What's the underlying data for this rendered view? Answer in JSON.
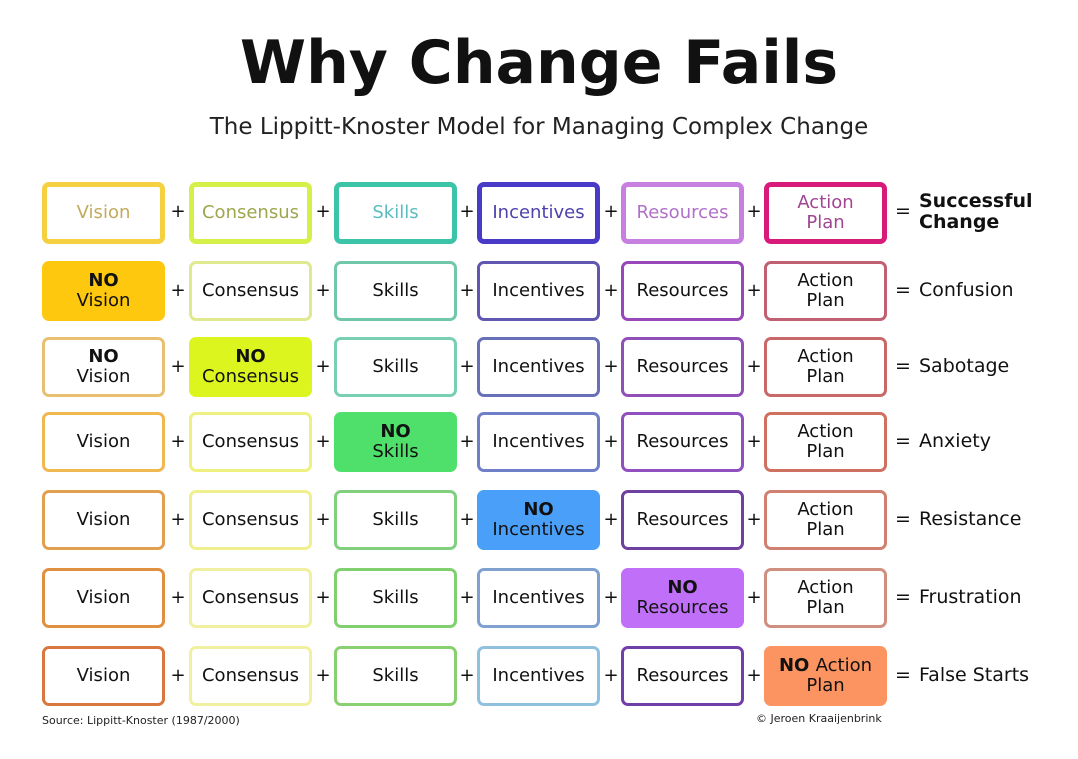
{
  "title": "Why Change Fails",
  "subtitle": "The Lippitt-Knoster Model for Managing Complex Change",
  "plus_symbol": "+",
  "equals_symbol": "=",
  "source": "Source: Lippitt-Knoster (1987/2000)",
  "copyright": "© Jeroen Kraaijenbrink",
  "rows": [
    {
      "header": true,
      "result": "Successful\nChange",
      "result_bold": true,
      "cells": [
        {
          "label": "Vision",
          "border": "#f5d142",
          "text": "#c2ab5c"
        },
        {
          "label": "Consensus",
          "border": "#d6f04a",
          "text": "#9ea64e"
        },
        {
          "label": "Skills",
          "border": "#3cc4a8",
          "text": "#5bbcc0"
        },
        {
          "label": "Incentives",
          "border": "#4a3ac8",
          "text": "#4d41ad"
        },
        {
          "label": "Resources",
          "border": "#c880e0",
          "text": "#b070c8"
        },
        {
          "label": "Action\nPlan",
          "border": "#d81b7a",
          "text": "#a04592"
        }
      ]
    },
    {
      "result": "Confusion",
      "cells": [
        {
          "label": "Vision",
          "no": "NO",
          "fill": "#fdc80e"
        },
        {
          "label": "Consensus",
          "border": "#e0e890"
        },
        {
          "label": "Skills",
          "border": "#70c8a8"
        },
        {
          "label": "Incentives",
          "border": "#6058b0"
        },
        {
          "label": "Resources",
          "border": "#9848b8"
        },
        {
          "label": "Action\nPlan",
          "border": "#c06070"
        }
      ]
    },
    {
      "result": "Sabotage",
      "cells": [
        {
          "label": "Vision",
          "no": "NO",
          "border": "#e8c070"
        },
        {
          "label": "Consensus",
          "no": "NO",
          "fill": "#ddf51f"
        },
        {
          "label": "Skills",
          "border": "#78d0b0"
        },
        {
          "label": "Incentives",
          "border": "#6870b8"
        },
        {
          "label": "Resources",
          "border": "#9050b8"
        },
        {
          "label": "Action\nPlan",
          "border": "#c86868"
        }
      ]
    },
    {
      "result": "Anxiety",
      "cells": [
        {
          "label": "Vision",
          "border": "#f0b850"
        },
        {
          "label": "Consensus",
          "border": "#eef080"
        },
        {
          "label": "Skills",
          "no": "NO",
          "fill": "#4ee06a"
        },
        {
          "label": "Incentives",
          "border": "#7080c8"
        },
        {
          "label": "Resources",
          "border": "#9050c0"
        },
        {
          "label": "Action\nPlan",
          "border": "#d07060"
        }
      ]
    },
    {
      "result": "Resistance",
      "cells": [
        {
          "label": "Vision",
          "border": "#e0a050"
        },
        {
          "label": "Consensus",
          "border": "#f0f090"
        },
        {
          "label": "Skills",
          "border": "#80d080"
        },
        {
          "label": "Incentives",
          "no": "NO",
          "fill": "#4aa0f8"
        },
        {
          "label": "Resources",
          "border": "#7040a0"
        },
        {
          "label": "Action\nPlan",
          "border": "#d08070"
        }
      ]
    },
    {
      "result": "Frustration",
      "cells": [
        {
          "label": "Vision",
          "border": "#e09040"
        },
        {
          "label": "Consensus",
          "border": "#f0f0a0"
        },
        {
          "label": "Skills",
          "border": "#80d070"
        },
        {
          "label": "Incentives",
          "border": "#80a0d0"
        },
        {
          "label": "Resources",
          "no": "NO",
          "fill": "#c070f8"
        },
        {
          "label": "Action\nPlan",
          "border": "#d09080"
        }
      ]
    },
    {
      "result": "False Starts",
      "cells": [
        {
          "label": "Vision",
          "border": "#d87840"
        },
        {
          "label": "Consensus",
          "border": "#f0f0a0"
        },
        {
          "label": "Skills",
          "border": "#88d070"
        },
        {
          "label": "Incentives",
          "border": "#90c0e0"
        },
        {
          "label": "Resources",
          "border": "#7040a8"
        },
        {
          "label": "Action\nPlan",
          "no": "NO",
          "no_inline": true,
          "fill": "#fb9460"
        }
      ]
    }
  ]
}
